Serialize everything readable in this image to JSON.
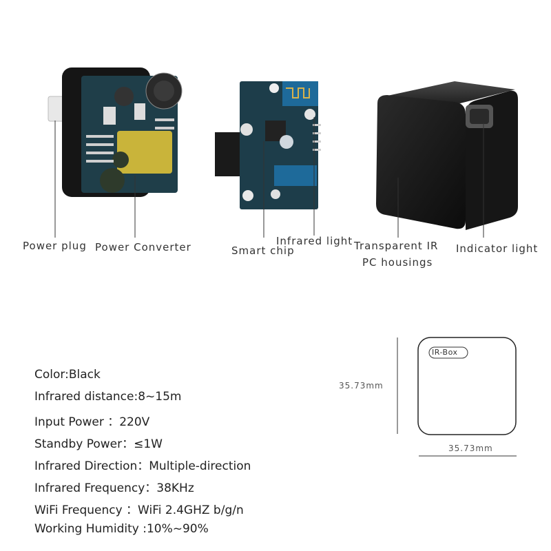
{
  "callouts": {
    "power_plug": "Power plug",
    "power_converter": "Power Converter",
    "smart_chip": "Smart chip",
    "infrared_light": "Infrared light",
    "housing_line1": "Transparent IR",
    "housing_line2": "PC housings",
    "indicator_light": "Indicator light"
  },
  "specs": [
    "Color:Black",
    "Infrared distance:8~15m",
    "Input Power ：220V",
    "Standby Power：≤1W",
    "Infrared Direction：Multiple-direction",
    "Infrared Frequency：38KHz",
    "WiFi Frequency ：WiFi 2.4GHZ b/g/n",
    "Working Humidity :10%~90%"
  ],
  "dimensions": {
    "height": "35.73mm",
    "width": "35.73mm",
    "device_label": "IR-Box"
  },
  "colors": {
    "housing": "#1a1a1a",
    "pcb": "#1d3d4a",
    "capacitor": "#2e3a2b",
    "transformer": "#c9b43a",
    "text": "#333333"
  }
}
